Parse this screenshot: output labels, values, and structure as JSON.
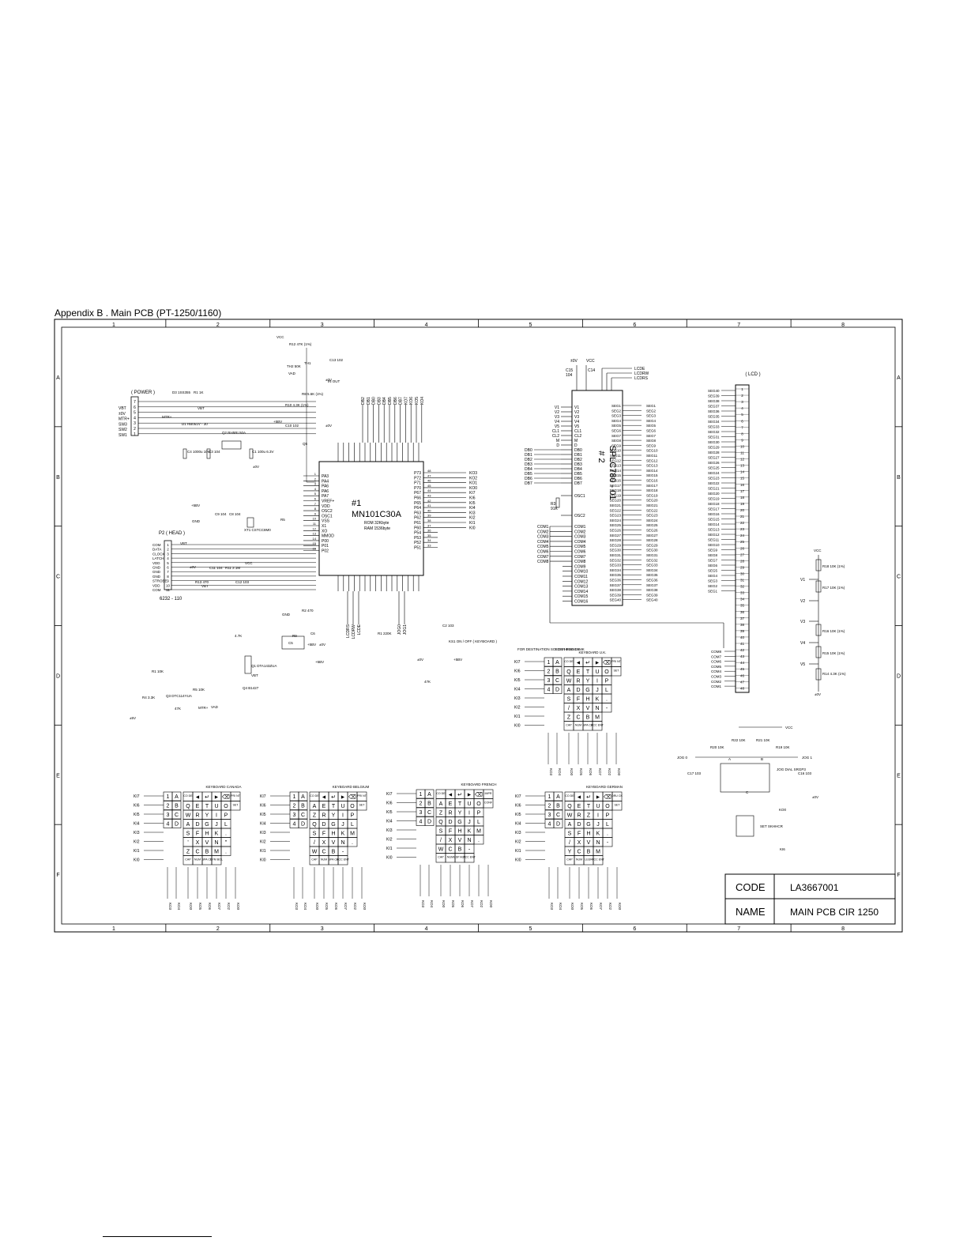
{
  "title": "Appendix  B . Main PCB (PT-1250/1160)",
  "frame": {
    "columns": [
      "1",
      "2",
      "3",
      "4",
      "5",
      "6",
      "7",
      "8"
    ],
    "rows": [
      "A",
      "B",
      "C",
      "D",
      "E",
      "F"
    ]
  },
  "title_block": {
    "code_label": "CODE",
    "code_value": "LA3667001",
    "name_label": "NAME",
    "name_value": "MAIN PCB CIR 1250"
  },
  "mcu": {
    "ref": "#1",
    "part": "MN101C30A",
    "rom": "ROM  32Kbyte",
    "ram": "RAM  1536byte",
    "left_pins": [
      {
        "n": "1",
        "name": "PA3"
      },
      {
        "n": "2",
        "name": "PA4"
      },
      {
        "n": "3",
        "name": "PA6"
      },
      {
        "n": "4",
        "name": "PA6"
      },
      {
        "n": "5",
        "name": "PA7"
      },
      {
        "n": "6",
        "name": "VREF+"
      },
      {
        "n": "7",
        "name": "VDD"
      },
      {
        "n": "8",
        "name": "OSC2"
      },
      {
        "n": "9",
        "name": "OSC1"
      },
      {
        "n": "10",
        "name": "VSS"
      },
      {
        "n": "11",
        "name": "X1"
      },
      {
        "n": "12",
        "name": "XO"
      },
      {
        "n": "13",
        "name": "MMOD"
      },
      {
        "n": "14",
        "name": "P00"
      },
      {
        "n": "15",
        "name": "P01"
      },
      {
        "n": "16",
        "name": "P02"
      }
    ],
    "right_pins": [
      {
        "n": "48",
        "name": "P73"
      },
      {
        "n": "47",
        "name": "P72"
      },
      {
        "n": "46",
        "name": "P71"
      },
      {
        "n": "45",
        "name": "P70"
      },
      {
        "n": "44",
        "name": "P67"
      },
      {
        "n": "43",
        "name": "P66"
      },
      {
        "n": "42",
        "name": "P65"
      },
      {
        "n": "41",
        "name": "P64"
      },
      {
        "n": "40",
        "name": "P63"
      },
      {
        "n": "39",
        "name": "P62"
      },
      {
        "n": "38",
        "name": "P61"
      },
      {
        "n": "37",
        "name": "P60"
      },
      {
        "n": "36",
        "name": "P54"
      },
      {
        "n": "35",
        "name": "P53"
      },
      {
        "n": "34",
        "name": "P52"
      },
      {
        "n": "33",
        "name": "P51"
      }
    ],
    "right_nets": [
      "KO3",
      "KO2",
      "KO1",
      "KO0",
      "KI7",
      "KI6",
      "KI5",
      "KI4",
      "KI3",
      "KI2",
      "KI1",
      "KI0"
    ],
    "top_nets": [
      "DB2",
      "DB1",
      "DB0",
      "DB3",
      "DB4",
      "DB5",
      "DB6",
      "DB7",
      "KO7",
      "KO6",
      "KO5",
      "KO4"
    ],
    "bottom_nets": [
      "LCDRS",
      "LCDRW",
      "LCDE",
      "JOG0",
      "JOG1"
    ]
  },
  "lcd_ctrl": {
    "ref": "# 2",
    "part": "SPLC780 - 01",
    "left_pins": [
      "V1",
      "V2",
      "V3",
      "V4",
      "V5",
      "CL1",
      "CL2",
      "M",
      "D",
      "DB0",
      "DB1",
      "DB2",
      "DB3",
      "DB4",
      "DB5",
      "DB6",
      "DB7",
      "OSC1",
      "OSC2"
    ],
    "db_nets": [
      "DB0",
      "DB1",
      "DB2",
      "DB3",
      "DB4",
      "DB5",
      "DB6",
      "DB7"
    ],
    "com": [
      "COM1",
      "COM2",
      "COM3",
      "COM4",
      "COM5",
      "COM6",
      "COM7",
      "COM8"
    ],
    "res": {
      "ref": "R3",
      "value": "91K"
    },
    "top_nets": [
      "LCDE",
      "LCDRW",
      "LCDRS"
    ],
    "supply": {
      "gnd": "±0V",
      "vcc": "VCC",
      "cap1": "C15",
      "cap1_val": "104",
      "cap2": "C14"
    }
  },
  "lcd": {
    "label": "( LCD )",
    "segs": [
      "SEG40",
      "SEG39",
      "SEG38",
      "SEG37",
      "SEG36",
      "SEG35",
      "SEG34",
      "SEG33",
      "SEG32",
      "SEG31",
      "SEG30",
      "SEG29",
      "SEG28",
      "SEG27",
      "SEG26",
      "SEG25",
      "SEG24",
      "SEG23",
      "SEG22",
      "SEG21",
      "SEG20",
      "SEG19",
      "SEG18",
      "SEG17",
      "SEG16",
      "SEG15",
      "SEG14",
      "SEG13",
      "SEG12",
      "SEG11",
      "SEG10",
      "SEG9",
      "SEG8",
      "SEG7",
      "SEG6",
      "SEG5",
      "SEG4",
      "SEG3",
      "SEG2",
      "SEG1"
    ],
    "coms": [
      "COM8",
      "COM7",
      "COM6",
      "COM5",
      "COM4",
      "COM3",
      "COM2",
      "COM1"
    ]
  },
  "power": {
    "label": "( POWER )",
    "pins": [
      "VBT",
      "±0V",
      "MTR+",
      "SW3",
      "SW2",
      "SW1"
    ],
    "pin_nums": [
      "7",
      "6",
      "5",
      "4",
      "3",
      "2",
      "1"
    ],
    "parts": [
      "D3 1SS355",
      "R1 1K",
      "D1 RB051V - 30",
      "Q2 RH5RL50A",
      "C4 1000u 10V",
      "C3 104",
      "C1 100u 6.3V",
      "VBT",
      "+5BV",
      "±0V",
      "MTR+"
    ]
  },
  "head": {
    "label": "P2  ( HEAD )",
    "pins": [
      "COM",
      "DATA",
      "CLOCK",
      "LATCH",
      "VDD",
      "GND",
      "GND",
      "GND",
      "STROBE",
      "VDD",
      "COM"
    ],
    "pin_nums": [
      "1",
      "2",
      "3",
      "4",
      "5",
      "6",
      "7",
      "8",
      "9",
      "10",
      "11"
    ],
    "part": "6232 - 110",
    "parts": [
      "C11 104",
      "R11 2.1M",
      "R13 470",
      "C12 103",
      "VCC",
      "VBT",
      "±0V",
      "VBT"
    ]
  },
  "osc": {
    "parts": [
      "+5BV",
      "C9 104",
      "C8 104",
      "XT1 CSTCC8M0",
      "R5",
      "GND"
    ]
  },
  "misc_parts": [
    "VCC",
    "R12 47K (1%)",
    "TH2 50K",
    "TH1",
    "C13 102",
    "±0V",
    "VAD",
    "R8 5.6K (1%)",
    "R10 4.3K (1%)",
    "C10 102",
    "±0V",
    "Q5",
    "IN OUT",
    "GND",
    "R9",
    "C5",
    "C6",
    "+5BV",
    "±0V",
    "R2 470",
    "+5BV",
    "R1 220K",
    "C2 103",
    "KS1 ON / OFF ( KEYBOARD )",
    "±0V",
    "+5BV",
    "47K",
    "4.7K",
    "Q1 DTA143ZUA",
    "VBT",
    "Q4 B1427",
    "R1 10K",
    "R4 3.3K",
    "Q3 DTC114YUA",
    "47K",
    "R5 10K",
    "MTR+",
    "VAD",
    "±5V"
  ],
  "vdiv": {
    "parts": [
      "VCC",
      "R18 10K (1%)",
      "R17 10K (1%)",
      "R16 10K (1%)",
      "R15 10K (1%)",
      "R14 4.3K (1%)",
      "±0V"
    ],
    "taps": [
      "V1",
      "V2",
      "V3",
      "V4",
      "V5"
    ]
  },
  "jog": {
    "parts": [
      "VCC",
      "R22 10K",
      "R21 10K",
      "R20 10K",
      "R19 10K",
      "JOG 0",
      "JOG 1",
      "C17 103",
      "C16 103",
      "JOG DIAL SRGP3",
      "±0V",
      "A",
      "B",
      "C",
      "KO0",
      "SET SKHHCR",
      "KI6"
    ]
  },
  "keyboards": [
    {
      "title": "KEYBOARD  U.K.",
      "header": [
        "FOR DESTINATION SOLDER POINTS",
        "FOR HEAD LAMK"
      ],
      "rows": [
        [
          "CO DE",
          "◄",
          "↵",
          "►",
          "⌫",
          "PRI NT"
        ],
        [
          "Q",
          "E",
          "T",
          "U",
          "O",
          "SET"
        ],
        [
          "W",
          "R",
          "Y",
          "I",
          "P",
          ""
        ],
        [
          "A",
          "D",
          "G",
          "J",
          "L",
          ""
        ],
        [
          "S",
          "F",
          "H",
          "K",
          ".",
          ""
        ],
        [
          "/",
          "X",
          "V",
          "N",
          "-",
          ""
        ],
        [
          "Z",
          "C",
          "B",
          "M",
          "",
          ""
        ],
        [
          "CAP",
          "NUM",
          "SPA CE",
          "ACC ENT",
          "",
          ""
        ]
      ]
    },
    {
      "title": "KEYBOARD  CANADA",
      "rows": [
        [
          "CO DE",
          "◄",
          "↵",
          "►",
          "⌫",
          "PRI NT"
        ],
        [
          "Q",
          "E",
          "T",
          "U",
          "O",
          "SET"
        ],
        [
          "W",
          "R",
          "Y",
          "I",
          "P",
          ""
        ],
        [
          "A",
          "D",
          "G",
          "J",
          "L",
          ""
        ],
        [
          "S",
          "F",
          "H",
          "K",
          ".",
          ""
        ],
        [
          "'",
          "X",
          "V",
          "N",
          "\"",
          ""
        ],
        [
          "Z",
          "C",
          "B",
          "M",
          ".",
          ""
        ],
        [
          "CAP",
          "NUM",
          "SPA CE",
          "SYM BOL",
          "",
          ""
        ]
      ]
    },
    {
      "title": "KEYBOARD  BELGIUM",
      "rows": [
        [
          "CO DE",
          "◄",
          "↵",
          "►",
          "⌫",
          "PRI NT"
        ],
        [
          "A",
          "E",
          "T",
          "U",
          "O",
          "SET"
        ],
        [
          "Z",
          "R",
          "Y",
          "I",
          "P",
          ""
        ],
        [
          "Q",
          "D",
          "G",
          "J",
          "L",
          ""
        ],
        [
          "S",
          "F",
          "H",
          "K",
          "M",
          ""
        ],
        [
          "/",
          "X",
          "V",
          "N",
          ".",
          ""
        ],
        [
          "W",
          "C",
          "B",
          "-",
          "",
          ""
        ],
        [
          "CAP",
          "NUM",
          "SPA CE",
          "ACC ENT",
          "",
          ""
        ]
      ]
    },
    {
      "title": "KEYBOARD  FRENCH",
      "rows": [
        [
          "CO DE",
          "◄",
          "↵",
          "►",
          "⌫",
          "IMPR"
        ],
        [
          "A",
          "E",
          "T",
          "U",
          "O",
          "CONF"
        ],
        [
          "Z",
          "R",
          "Y",
          "I",
          "P",
          ""
        ],
        [
          "Q",
          "D",
          "G",
          "J",
          "L",
          ""
        ],
        [
          "S",
          "F",
          "H",
          "K",
          "M",
          ""
        ],
        [
          "/",
          "X",
          "V",
          "N",
          ".",
          ""
        ],
        [
          "W",
          "C",
          "B",
          "-",
          "",
          ""
        ],
        [
          "CAP",
          "NUM",
          "ESP ACE",
          "ACC ENT",
          "",
          ""
        ]
      ]
    },
    {
      "title": "KEYBOARD  GERMAN",
      "rows": [
        [
          "CO DE",
          "◄",
          "↵",
          "►",
          "⌫",
          "DRU CK"
        ],
        [
          "Q",
          "E",
          "T",
          "U",
          "O",
          "SET"
        ],
        [
          "W",
          "R",
          "Z",
          "I",
          "P",
          ""
        ],
        [
          "A",
          "D",
          "G",
          "J",
          "L",
          ""
        ],
        [
          "S",
          "F",
          "H",
          "K",
          ".",
          ""
        ],
        [
          "/",
          "X",
          "V",
          "N",
          "-",
          ""
        ],
        [
          "Y",
          "C",
          "B",
          "M",
          "",
          ""
        ],
        [
          "CAP",
          "NUM",
          "LEER",
          "ACC ENT",
          "",
          ""
        ]
      ]
    }
  ],
  "kb_left": [
    [
      "1",
      "A"
    ],
    [
      "2",
      "B"
    ],
    [
      "3",
      "C"
    ],
    [
      "4",
      "D"
    ]
  ],
  "ki_labels": [
    "KI7",
    "KI6",
    "KI5",
    "KI4",
    "KI3",
    "KI2",
    "KI1",
    "KI0"
  ],
  "ko_labels": [
    "KO3",
    "KO4",
    "KO0",
    "KO5",
    "KO6",
    "KO7",
    "KO2",
    "KO0"
  ]
}
